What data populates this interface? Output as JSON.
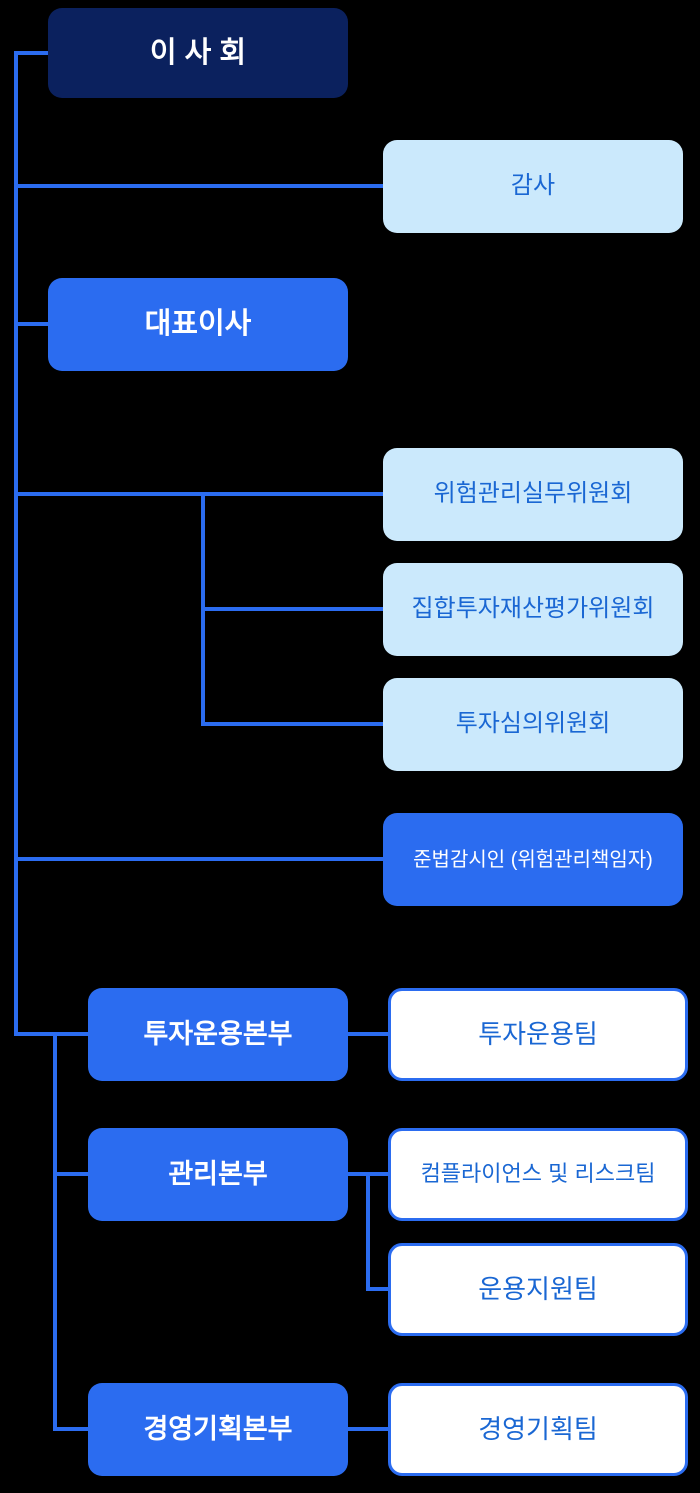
{
  "colors": {
    "background": "#000000",
    "navy": "#0b215e",
    "blue": "#2b6cf0",
    "light-blue": "#cbe9fc",
    "blue-text": "#1a67d3",
    "white": "#ffffff"
  },
  "nodes": {
    "board": {
      "label": "이 사 회"
    },
    "auditor": {
      "label": "감사"
    },
    "ceo": {
      "label": "대표이사"
    },
    "risk_committee": {
      "label": "위험관리실무위원회"
    },
    "valuation_committee": {
      "label": "집합투자재산평가위원회"
    },
    "investment_committee": {
      "label": "투자심의위원회"
    },
    "compliance_officer": {
      "label": "준법감시인 (위험관리책임자)"
    },
    "investment_division": {
      "label": "투자운용본부"
    },
    "investment_team": {
      "label": "투자운용팀"
    },
    "management_division": {
      "label": "관리본부"
    },
    "compliance_risk_team": {
      "label": "컴플라이언스 및 리스크팀"
    },
    "operation_support_team": {
      "label": "운용지원팀"
    },
    "planning_division": {
      "label": "경영기획본부"
    },
    "planning_team": {
      "label": "경영기획팀"
    }
  },
  "edges": [
    [
      "board",
      "auditor"
    ],
    [
      "board",
      "ceo"
    ],
    [
      "ceo",
      "risk_committee"
    ],
    [
      "ceo",
      "valuation_committee"
    ],
    [
      "ceo",
      "investment_committee"
    ],
    [
      "ceo",
      "compliance_officer"
    ],
    [
      "ceo",
      "investment_division"
    ],
    [
      "ceo",
      "management_division"
    ],
    [
      "ceo",
      "planning_division"
    ],
    [
      "investment_division",
      "investment_team"
    ],
    [
      "management_division",
      "compliance_risk_team"
    ],
    [
      "management_division",
      "operation_support_team"
    ],
    [
      "planning_division",
      "planning_team"
    ]
  ]
}
